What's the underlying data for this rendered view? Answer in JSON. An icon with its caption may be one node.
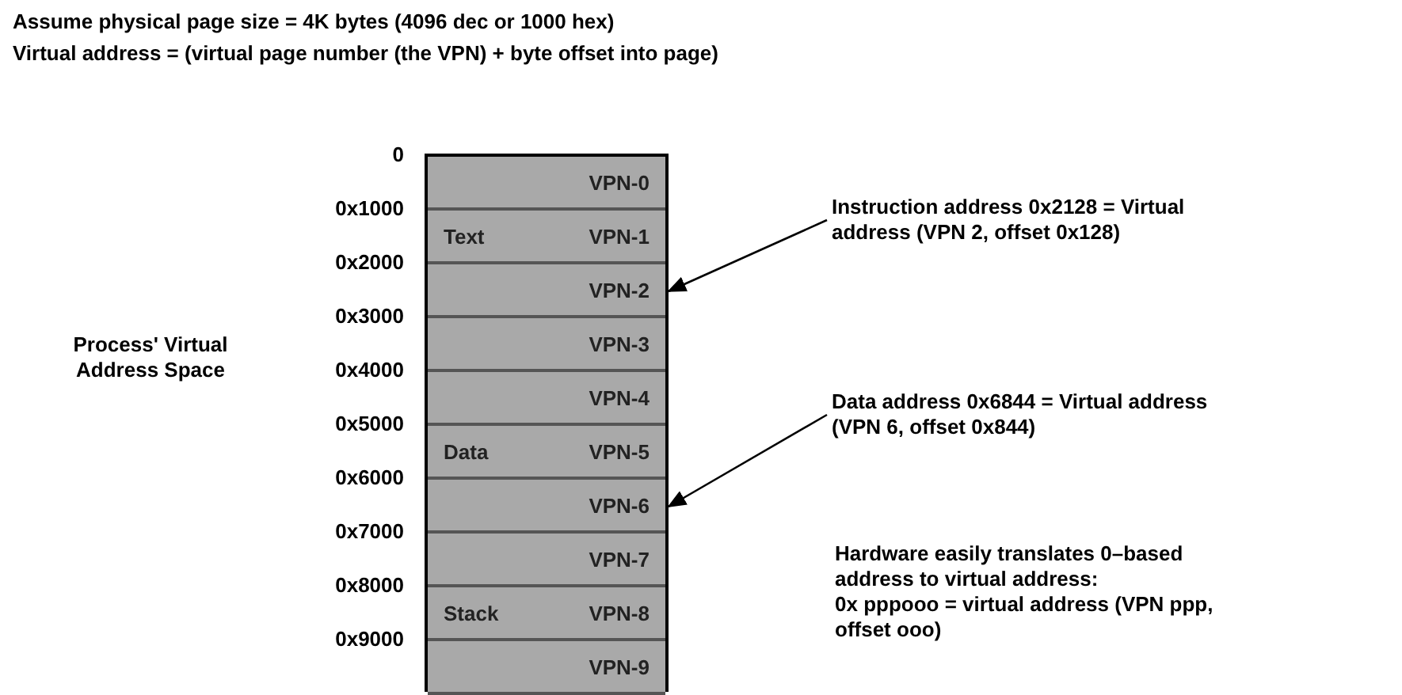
{
  "diagram": {
    "nodes": [
      {
        "text": [],
        "shape": "box"
      },
      {
        "text": [
          "VPN-0"
        ],
        "in": 0
      },
      {
        "text": [
          "Text",
          "VPN-1"
        ],
        "in": 0
      },
      {
        "text": [
          "VPN-2"
        ],
        "in": 0
      },
      {
        "text": [
          "VPN-3"
        ],
        "in": 0
      },
      {
        "text": [
          "VPN-4"
        ],
        "in": 0
      },
      {
        "text": [
          "Data",
          "VPN-5"
        ],
        "in": 0
      },
      {
        "text": [
          "VPN-6"
        ],
        "in": 0
      },
      {
        "text": [
          "VPN-7"
        ],
        "in": 0
      },
      {
        "text": [
          "Stack",
          "VPN-8"
        ],
        "in": 0
      },
      {
        "text": [
          "VPN-9"
        ],
        "in": 0
      },
      {
        "text": [
          "Instruction address 0x2128 = Virtual address (VPN 2, offset 0x128)"
        ]
      },
      {
        "text": [
          "Data address 0x6844 = Virtual address (VPN 6, offset 0x844)"
        ]
      }
    ],
    "edges": [
      {
        "from": 11,
        "to": 3,
        "arrow": "to"
      },
      {
        "from": 12,
        "to": 7,
        "arrow": "to"
      }
    ],
    "labels": [
      "Assume physical page size = 4K bytes (4096 dec or 1000 hex)",
      "Virtual address = (virtual page number (the VPN) + byte offset into page)",
      "0",
      "0x1000",
      "0x2000",
      "0x3000",
      "0x4000",
      "0x5000",
      "0x6000",
      "0x7000",
      "0x8000",
      "0x9000",
      "Hardware easily translates 0–based address to virtual address:",
      "0x pppooo = virtual address (VPN ppp, offset ooo)",
      "Process' Virtual Address Space"
    ]
  }
}
